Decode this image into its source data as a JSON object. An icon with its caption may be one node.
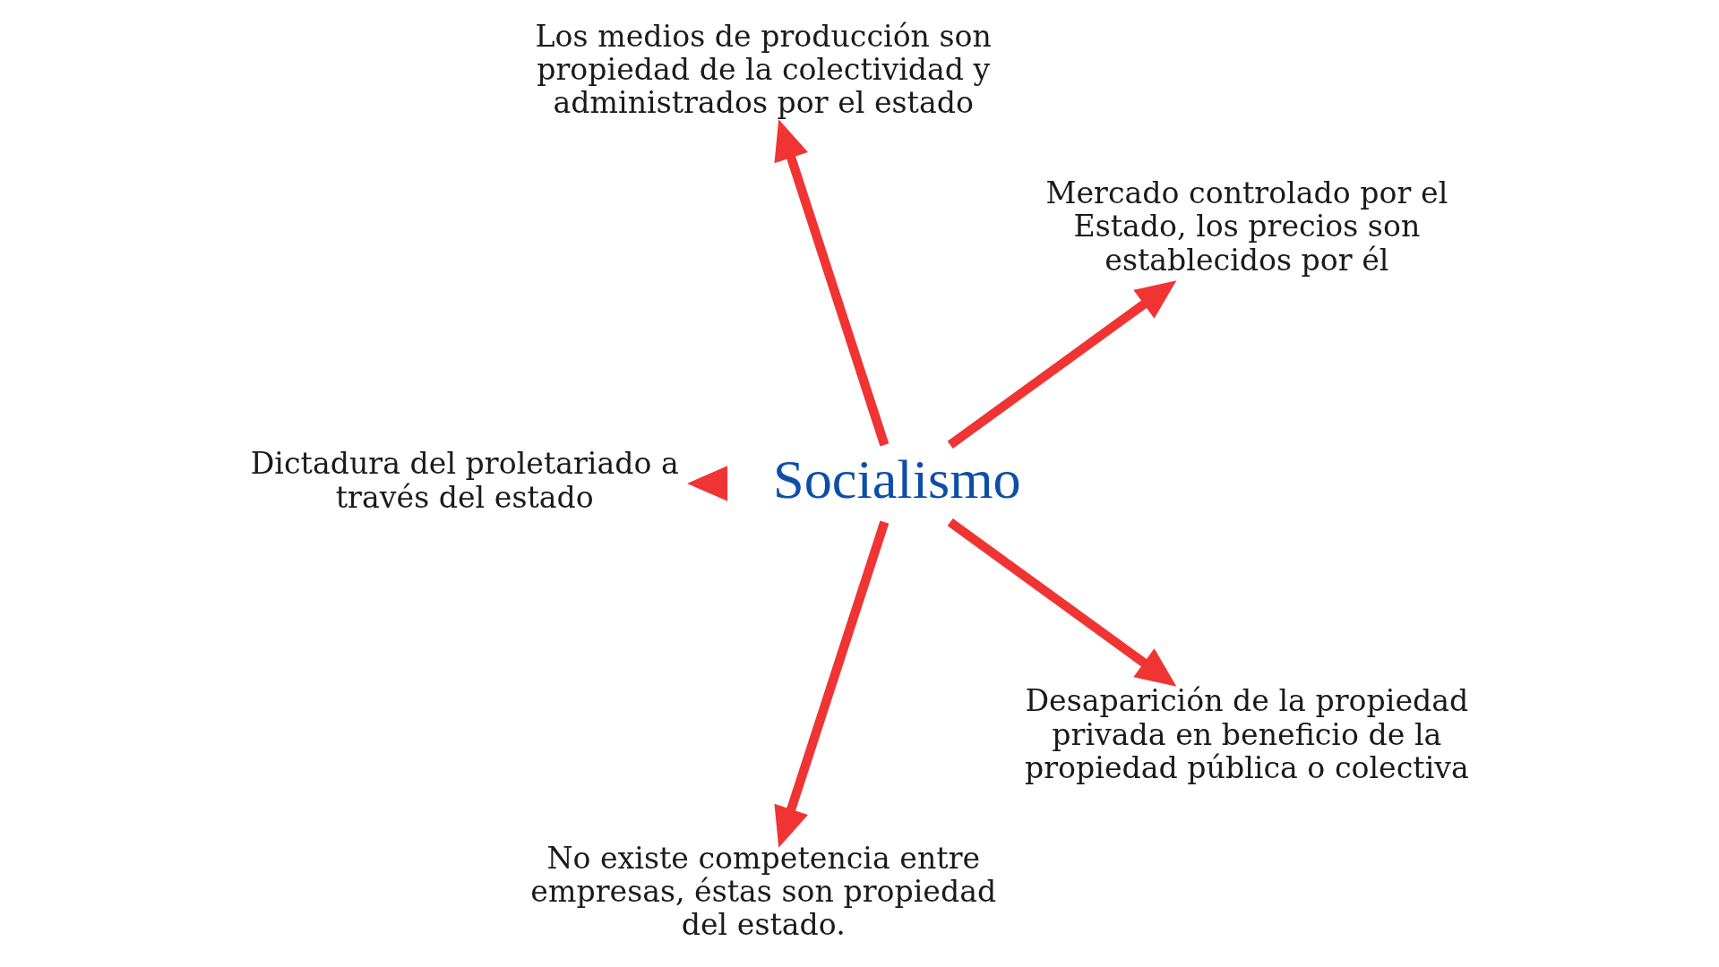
{
  "diagram": {
    "nodes": [
      {
        "text": [
          "Socialismo"
        ]
      },
      {
        "text": [
          "Mercado controlado por el Estado, los precios son establecidos por él"
        ]
      },
      {
        "text": [
          "Los medios de producción son propiedad de la colectividad y administrados por el estado"
        ]
      },
      {
        "text": [
          "Dictadura del proletariado a través del estado"
        ]
      },
      {
        "text": [
          "No existe competencia entre empresas, éstas son propiedad del estado."
        ]
      },
      {
        "text": [
          "Desaparición de la propiedad privada en beneficio de la propiedad pública o colectiva"
        ]
      }
    ],
    "edges": [
      {
        "from": 0,
        "to": 1,
        "arrow": "to"
      },
      {
        "from": 0,
        "to": 2,
        "arrow": "to"
      },
      {
        "from": 0,
        "to": 3,
        "arrow": "to"
      },
      {
        "from": 0,
        "to": 4,
        "arrow": "to"
      },
      {
        "from": 0,
        "to": 5,
        "arrow": "to"
      }
    ]
  }
}
